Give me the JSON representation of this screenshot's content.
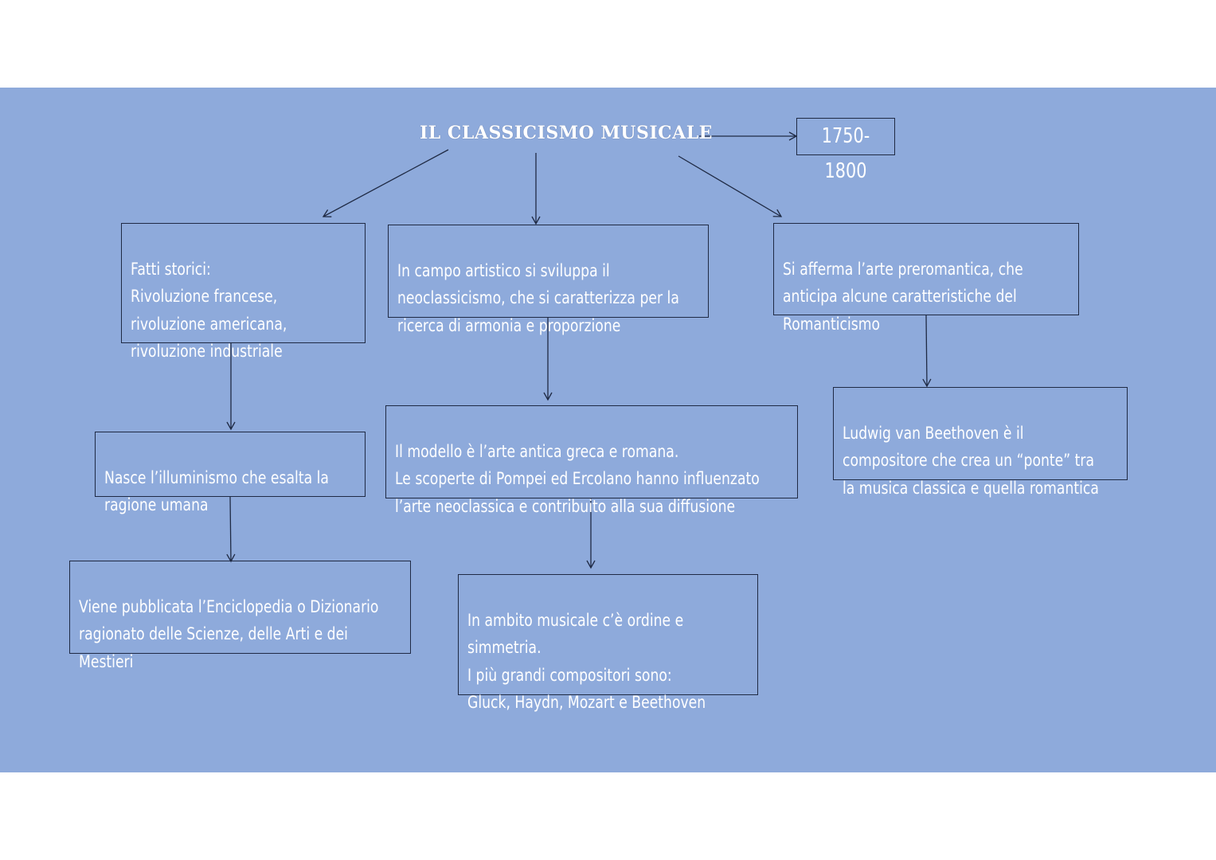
{
  "title": "IL CLASSICISMO MUSICALE",
  "date_range": "1750-1800",
  "nodes": {
    "fatti_storici": "Fatti storici:\nRivoluzione francese,\nrivoluzione americana,\nrivoluzione industriale",
    "campo_artistico": " In campo artistico si sviluppa il\nneoclassicismo, che si caratterizza per la\nricerca di armonia e proporzione",
    "arte_preromantica": "Si afferma l’arte preromantica, che\nanticipa alcune caratteristiche del\nRomanticismo",
    "illuminismo": "Nasce l’illuminismo che esalta la\nragione umana",
    "modello_arte_antica": "Il modello è l’arte antica greca e romana.\nLe scoperte di Pompei ed Ercolano hanno influenzato\nl’arte neoclassica e contribuito alla sua diffusione",
    "beethoven": "Ludwig van Beethoven è il\ncompositore che crea un “ponte” tra\nla musica classica e quella romantica",
    "enciclopedia": "Viene pubblicata l’Enciclopedia o Dizionario\nragionato delle Scienze, delle Arti e dei\nMestieri",
    "ambito_musicale": "In ambito musicale c’è ordine e\nsimmetria.\nI più grandi compositori sono:\nGluck, Haydn, Mozart e Beethoven"
  },
  "colors": {
    "background": "#8eaadb",
    "border": "#1f2a44",
    "text": "#ffffff"
  }
}
